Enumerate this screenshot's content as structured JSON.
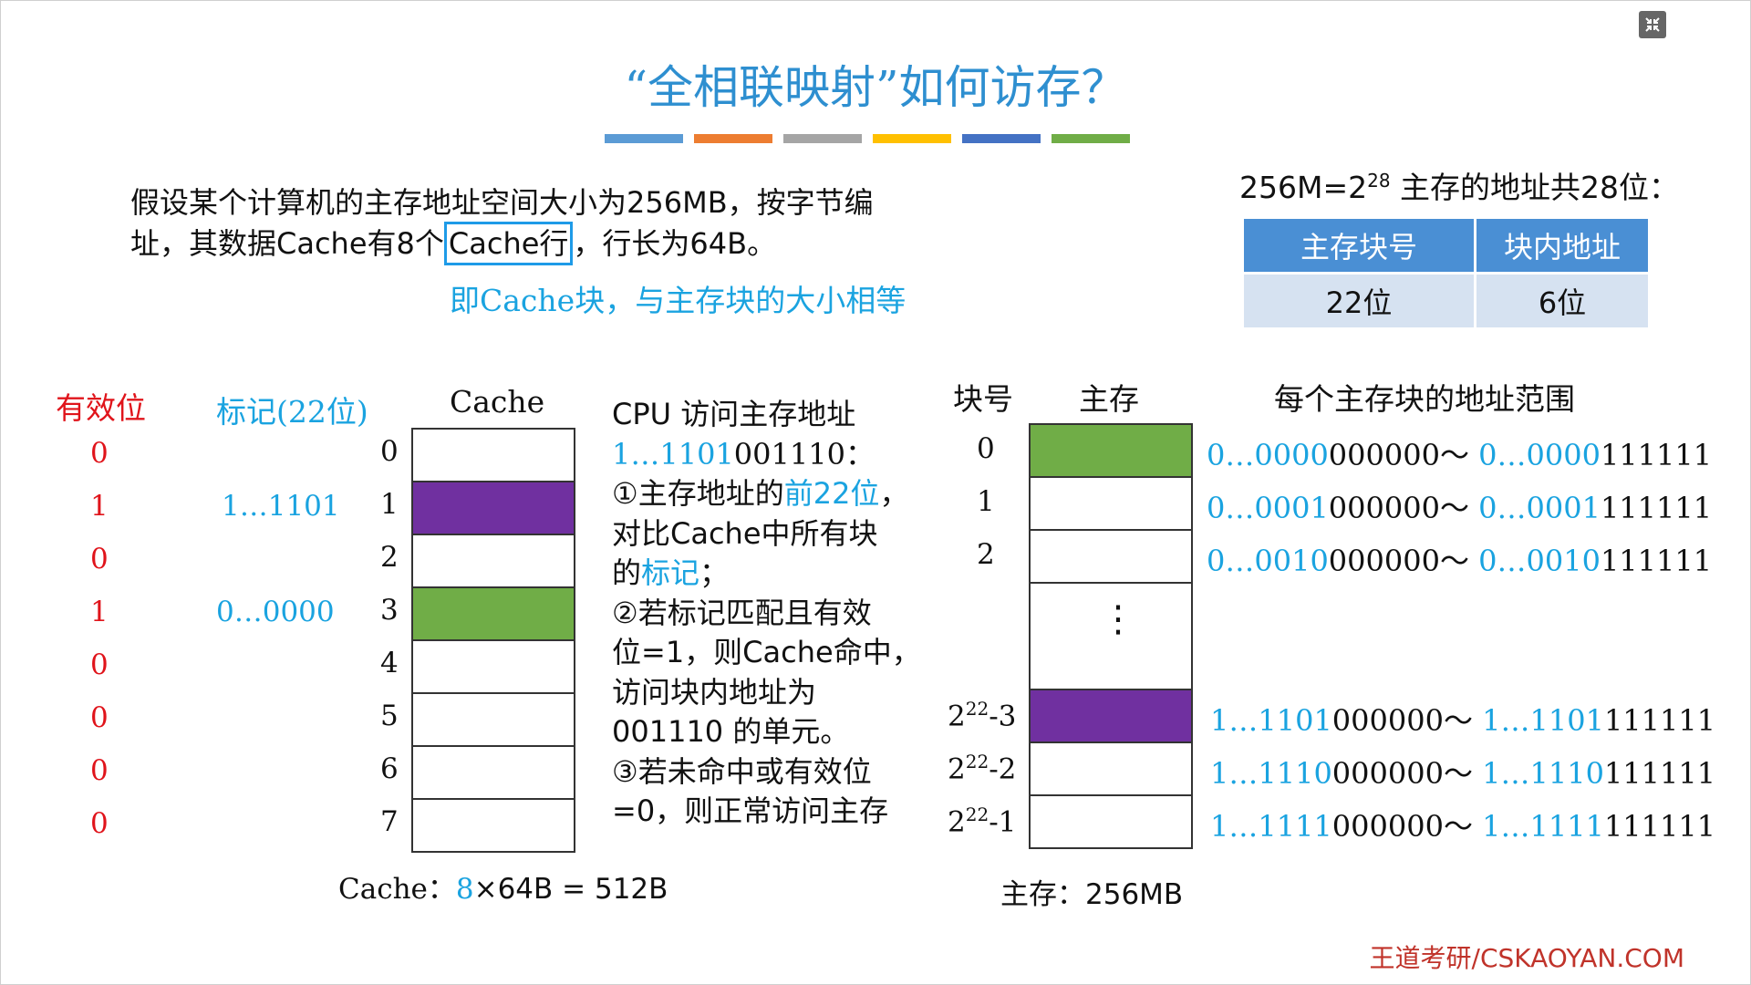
{
  "title": "“全相联映射”如何访存？",
  "title_bar_colors": [
    "#5b9bd5",
    "#ed7d31",
    "#a5a5a5",
    "#ffc000",
    "#4472c4",
    "#70ad47"
  ],
  "intro": {
    "line1": "假设某个计算机的主存地址空间大小为256MB，按字节编",
    "line2_pre": "址，其数据Cache有8个",
    "line2_box": "Cache行",
    "line2_post": "，行长为64B。",
    "note": "即Cache块，与主存块的大小相等"
  },
  "address_format": {
    "heading": "256M=2",
    "heading_exp": "28",
    "heading_post": " 主存的地址共28位：",
    "headers": [
      "主存块号",
      "块内地址"
    ],
    "values": [
      "22位",
      "6位"
    ]
  },
  "cache": {
    "valid_header": "有效位",
    "tag_header": "标记(22位)",
    "cache_header": "Cache",
    "rows": [
      {
        "index": "0",
        "valid": "0",
        "tag": "",
        "fill": "none"
      },
      {
        "index": "1",
        "valid": "1",
        "tag": "1…1101",
        "fill": "purple"
      },
      {
        "index": "2",
        "valid": "0",
        "tag": "",
        "fill": "none"
      },
      {
        "index": "3",
        "valid": "1",
        "tag": "0…0000",
        "fill": "green"
      },
      {
        "index": "4",
        "valid": "0",
        "tag": "",
        "fill": "none"
      },
      {
        "index": "5",
        "valid": "0",
        "tag": "",
        "fill": "none"
      },
      {
        "index": "6",
        "valid": "0",
        "tag": "",
        "fill": "none"
      },
      {
        "index": "7",
        "valid": "0",
        "tag": "",
        "fill": "none"
      }
    ],
    "caption_pre": "Cache：",
    "caption_blue": "8",
    "caption_post": "×64B = 512B"
  },
  "cpu_access": {
    "l1": "CPU 访问主存地址",
    "addr_blue": "1…1101",
    "addr_black": "001110：",
    "l3_pre": "①主存地址的",
    "l3_blue": "前22位",
    "l3_post": "，",
    "l4": "对比Cache中所有块",
    "l5_pre": "的",
    "l5_blue": "标记",
    "l5_post": "；",
    "l6": "②若标记匹配且有效",
    "l7": "位=1，则Cache命中，",
    "l8": "访问块内地址为",
    "l9": "001110 的单元。",
    "l10": "③若未命中或有效位",
    "l11": "=0，则正常访问主存"
  },
  "memory": {
    "block_header": "块号",
    "mem_header": "主存",
    "range_header": "每个主存块的地址范围",
    "dots": "⋮",
    "blocks": [
      {
        "no": "0",
        "fill": "green",
        "r1b": "0…0000",
        "r1k": "000000～ ",
        "r2b": "0…0000",
        "r2k": "111111"
      },
      {
        "no": "1",
        "fill": "none",
        "r1b": "0…0001",
        "r1k": "000000～ ",
        "r2b": "0…0001",
        "r2k": "111111"
      },
      {
        "no": "2",
        "fill": "none",
        "r1b": "0…0010",
        "r1k": "000000～ ",
        "r2b": "0…0010",
        "r2k": "111111"
      },
      {
        "no": "2",
        "exp": "22",
        "suffix": "-3",
        "fill": "purple",
        "r1b": "1…1101",
        "r1k": "000000～ ",
        "r2b": "1…1101",
        "r2k": "111111"
      },
      {
        "no": "2",
        "exp": "22",
        "suffix": "-2",
        "fill": "none",
        "r1b": "1…1110",
        "r1k": "000000～ ",
        "r2b": "1…1110",
        "r2k": "111111"
      },
      {
        "no": "2",
        "exp": "22",
        "suffix": "-1",
        "fill": "none",
        "r1b": "1…1111",
        "r1k": "000000～ ",
        "r2b": "1…1111",
        "r2k": "111111"
      }
    ],
    "caption": "主存：256MB"
  },
  "footer": "王道考研/CSKAOYAN.COM",
  "icons": [
    "fullscreen-icon"
  ]
}
